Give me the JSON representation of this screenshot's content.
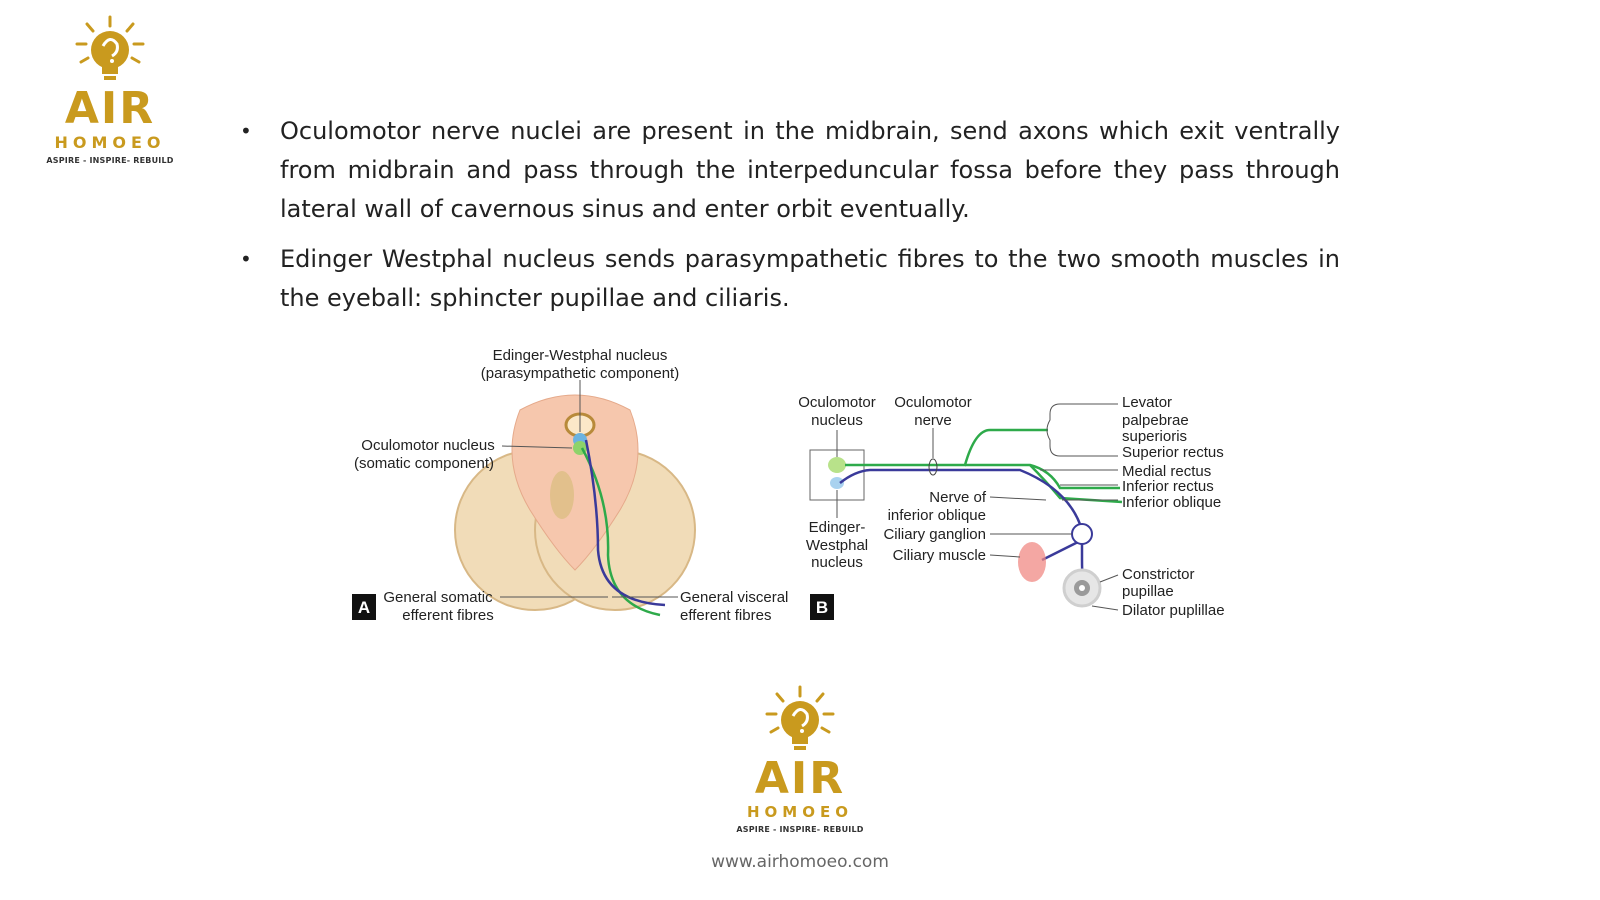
{
  "brand": {
    "wordmark": "AIR",
    "subtitle": "HOMOEO",
    "tagline": "ASPIRE - INSPIRE- REBUILD",
    "color": "#c99a1e"
  },
  "bullets": [
    "Oculomotor nerve nuclei are present in the midbrain, send axons which exit ventrally from midbrain and pass through the interpeduncular fossa before they pass through lateral wall of cavernous sinus and enter orbit eventually.",
    "Edinger Westphal nucleus sends parasympathetic fibres to the two smooth muscles in the eyeball: sphincter pupillae and ciliaris."
  ],
  "figure": {
    "panel_a": {
      "letter": "A",
      "ew_line1": "Edinger-Westphal nucleus",
      "ew_line2": "(parasympathetic component)",
      "oc_line1": "Oculomotor nucleus",
      "oc_line2": "(somatic component)",
      "gse_line1": "General somatic",
      "gse_line2": "efferent fibres",
      "gve_line1": "General visceral",
      "gve_line2": "efferent fibres"
    },
    "panel_b": {
      "letter": "B",
      "nucleus_line1": "Oculomotor",
      "nucleus_line2": "nucleus",
      "nerve_line1": "Oculomotor",
      "nerve_line2": "nerve",
      "levator_line1": "Levator",
      "levator_line2": "palpebrae",
      "levator_line3": "superioris",
      "superior_rectus": "Superior rectus",
      "medial_rectus": "Medial rectus",
      "inferior_rectus": "Inferior rectus",
      "inferior_oblique": "Inferior oblique",
      "nerve_io_line1": "Nerve of",
      "nerve_io_line2": "inferior oblique",
      "ciliary_ganglion": "Ciliary ganglion",
      "ciliary_muscle": "Ciliary muscle",
      "ew_line1": "Edinger-",
      "ew_line2": "Westphal",
      "ew_line3": "nucleus",
      "constrictor_line1": "Constrictor",
      "constrictor_line2": "pupillae",
      "dilator": "Dilator puplillae"
    },
    "colors": {
      "somatic": "#2eaa4a",
      "visceral": "#3a3a9a",
      "brainstem": "#f6c7ad",
      "peduncle": "#f1dcb8"
    }
  },
  "website": "www.airhomoeo.com"
}
